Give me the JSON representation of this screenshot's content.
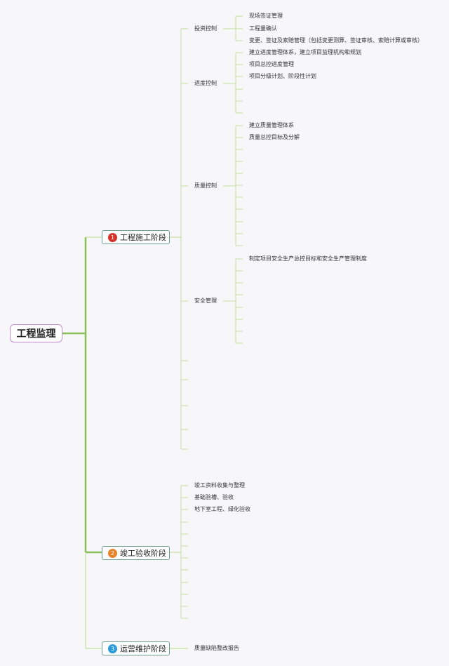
{
  "root": {
    "label": "工程监理"
  },
  "stages": [
    {
      "num": "1",
      "color": "#d9342b",
      "label": "工程施工阶段",
      "groups": [
        {
          "label": "投资控制",
          "items": [
            "现场签证管理",
            "工程量确认",
            "变更、签证及索赔管理（包括变更测算、签证审核、索赔计算或审核）"
          ]
        },
        {
          "label": "进度控制",
          "items": [
            "建立进度管理体系，建立项目监理机构和规划",
            "项目总控进度管理",
            "项目分级计划、阶段性计划"
          ]
        },
        {
          "label": "质量控制",
          "items": [
            "建立质量管理体系",
            "质量总控目标及分解"
          ]
        },
        {
          "label": "安全管理",
          "items": [
            "制定项目安全生产总控目标和安全生产管理制度"
          ]
        }
      ]
    },
    {
      "num": "2",
      "color": "#e9832a",
      "label": "竣工验收阶段",
      "items": [
        "竣工资料收集与整理",
        "基础验槽、验收",
        "地下室工程、绿化验收"
      ]
    },
    {
      "num": "3",
      "color": "#2c9bd9",
      "label": "运营维护阶段",
      "items": [
        "质量缺陷整改报告"
      ]
    }
  ],
  "colors": {
    "trunk": "#8cbf5a",
    "branch": "#c3dea0",
    "root_border": "#c78ad6",
    "stage_border": "#6e9c8e"
  }
}
